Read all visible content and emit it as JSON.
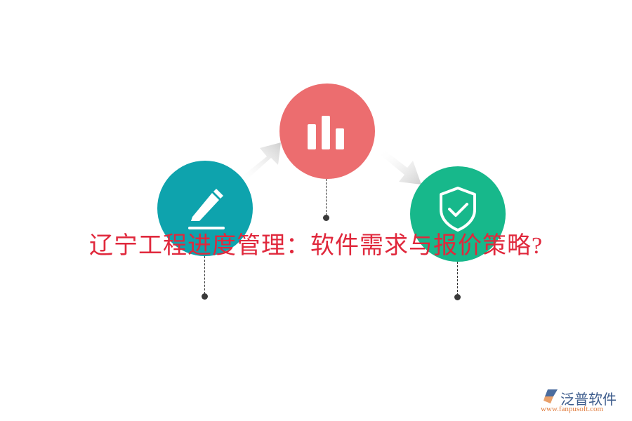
{
  "title": "辽宁工程进度管理：软件需求与报价策略?",
  "steps": [
    {
      "icon": "pencil-icon",
      "color": "#0ea3ad"
    },
    {
      "icon": "bar-chart-icon",
      "color": "#ec6d6f"
    },
    {
      "icon": "shield-check-icon",
      "color": "#17b88b"
    }
  ],
  "logo": {
    "name": "泛普软件",
    "url": "www.fanpusoft.com",
    "accent_blue": "#3d5c8c",
    "accent_orange": "#e07a3a"
  }
}
